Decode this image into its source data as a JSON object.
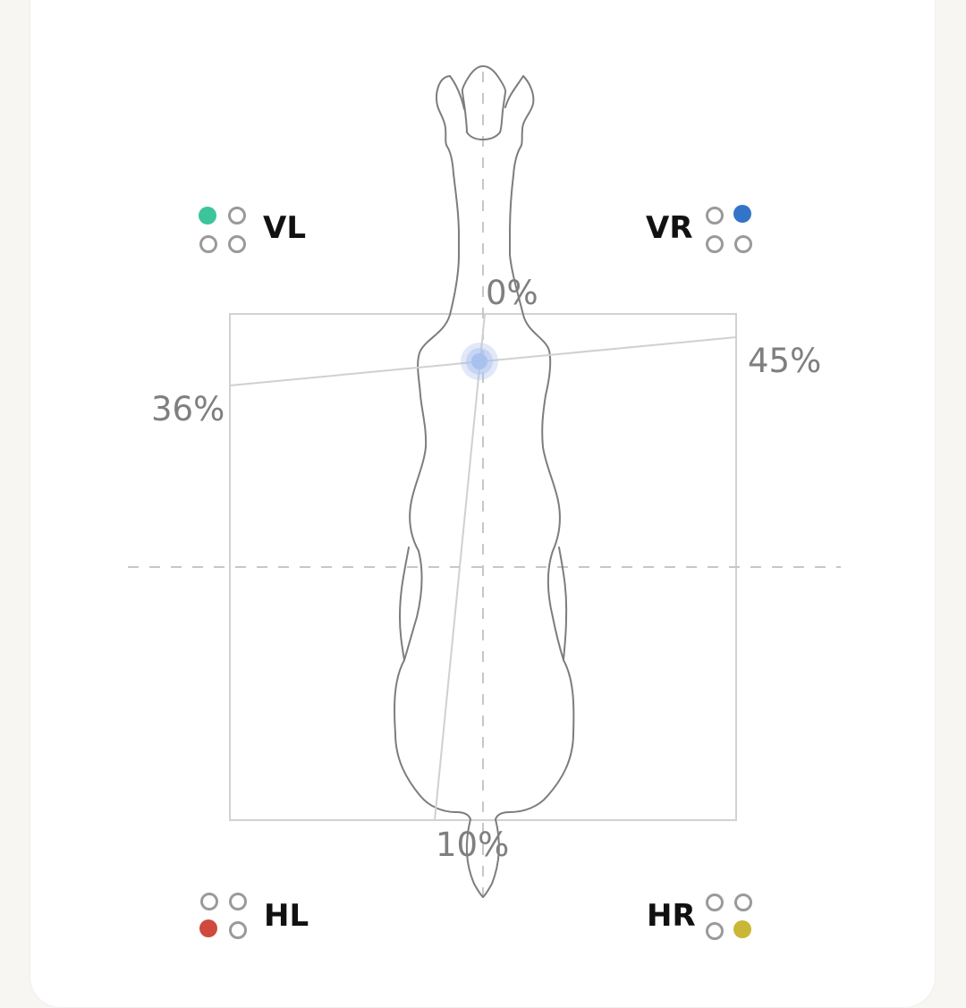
{
  "colors": {
    "vl_active": "#3cc49b",
    "vr_active": "#3474c8",
    "hl_active": "#cf4a3c",
    "hr_active": "#c9b735",
    "inactive_ring": "#9a9a9a",
    "cog_marker": "#a9c1ee"
  },
  "legs": {
    "vl": {
      "label": "VL",
      "active_index": 0
    },
    "vr": {
      "label": "VR",
      "active_index": 1
    },
    "hl": {
      "label": "HL",
      "active_index": 2
    },
    "hr": {
      "label": "HR",
      "active_index": 3
    }
  },
  "percentages": {
    "front": "0%",
    "right": "45%",
    "left": "36%",
    "rear": "10%"
  },
  "icons": {
    "horse_outline": "horse-top-view-icon",
    "center_of_gravity": "cog-marker-icon"
  }
}
